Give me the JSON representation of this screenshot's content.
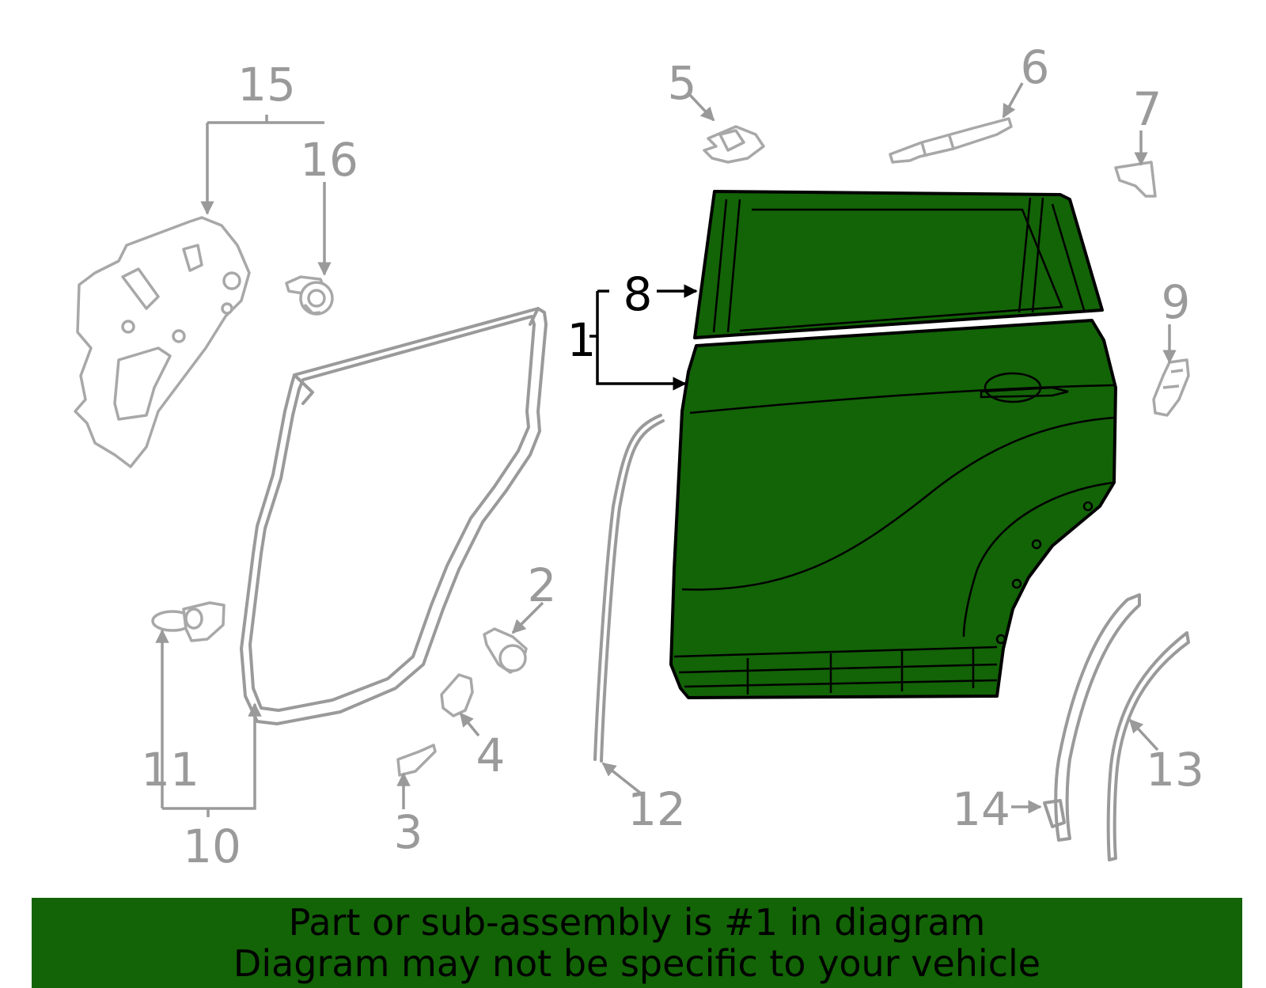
{
  "callouts": {
    "c1": "1",
    "c2": "2",
    "c3": "3",
    "c4": "4",
    "c5": "5",
    "c6": "6",
    "c7": "7",
    "c8": "8",
    "c9": "9",
    "c10": "10",
    "c11": "11",
    "c12": "12",
    "c13": "13",
    "c14": "14",
    "c15": "15",
    "c16": "16"
  },
  "highlight": {
    "part_number": "1",
    "color": "#136307"
  },
  "banner": {
    "line1": "Part or sub-assembly is #1 in diagram",
    "line2": "Diagram may not be specific to your vehicle"
  }
}
